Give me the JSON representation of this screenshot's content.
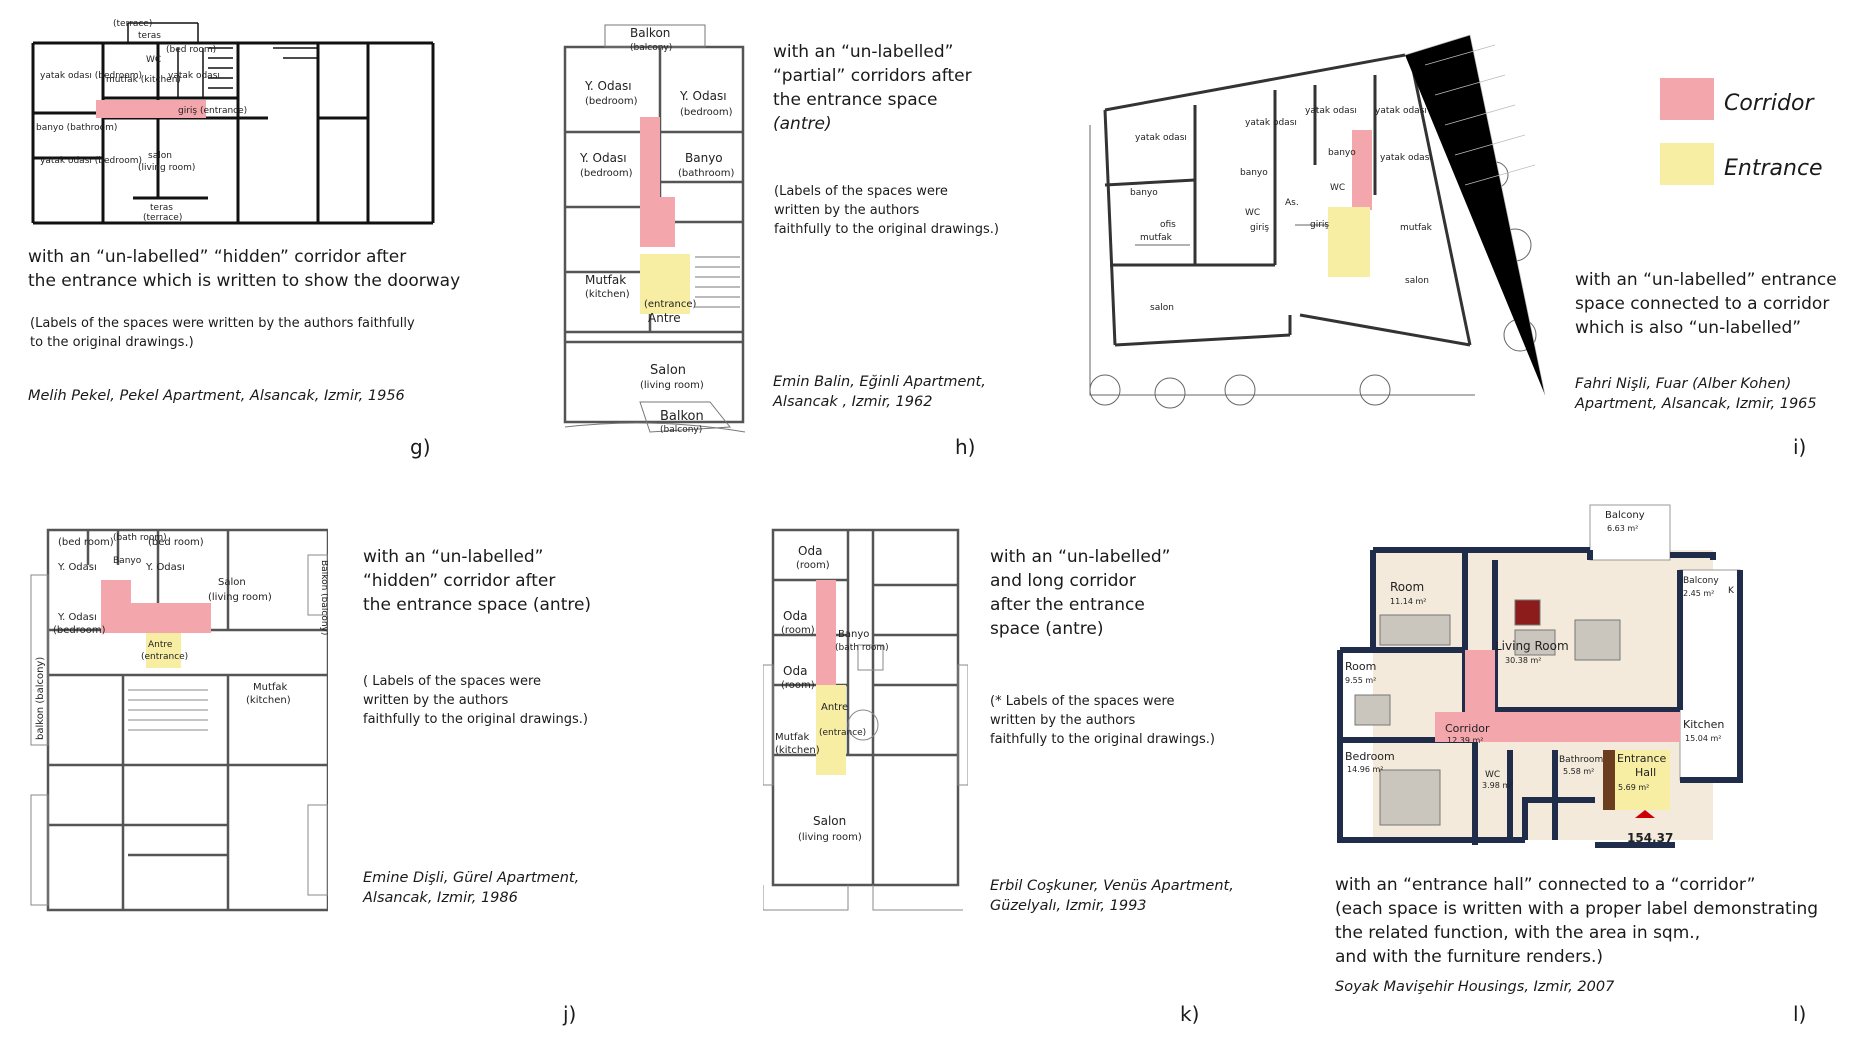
{
  "legend": {
    "corridor": {
      "label": "Corridor",
      "color": "#f4a6ad"
    },
    "entrance": {
      "label": "Entrance",
      "color": "#f7eea4"
    }
  },
  "panels": {
    "g": {
      "letter": "g)",
      "caption": [
        "with an “un-labelled” “hidden” corridor after",
        "the entrance which is written to show the doorway"
      ],
      "note": [
        "(Labels of the spaces were written by the authors faithfully",
        "to the original drawings.)"
      ],
      "citation": "Melih Pekel, Pekel Apartment, Alsancak, Izmir, 1956",
      "labels": {
        "terrace_top": "(terrace)",
        "teras_top": "teras",
        "bed_room": "(bed room)",
        "wc": "WC",
        "yatak_odasi_small": "yatak odası",
        "yatak_odasi_bedroom": "yatak odası (bedroom)",
        "mutfak_kitchen": "mutfak (kitchen)",
        "giris_entrance": "giriş (entrance)",
        "banyo_bathroom": "banyo (bathroom)",
        "yatak_odasi_bedroom2": "yatak odası (bedroom)",
        "salon": "salon",
        "living_room": "(living room)",
        "teras_bottom": "teras",
        "terrace_bottom": "(terrace)"
      }
    },
    "h": {
      "letter": "h)",
      "caption": [
        "with an “un-labelled”",
        "“partial” corridors after",
        "the entrance space",
        "(antre)"
      ],
      "note": [
        "(Labels of the spaces were",
        "written by the authors",
        "faithfully to the original drawings.)"
      ],
      "citation": [
        "Emin Balin, Eğinli Apartment,",
        "Alsancak , Izmir, 1962"
      ],
      "labels": {
        "balkon_top": "Balkon",
        "balcony_top": "(balcony)",
        "y_odasi_1": "Y. Odası",
        "bedroom_1": "(bedroom)",
        "y_odasi_2": "Y. Odası",
        "bedroom_2": "(bedroom)",
        "y_odasi_3": "Y. Odası",
        "bedroom_3": "(bedroom)",
        "banyo": "Banyo",
        "bathroom": "(bathroom)",
        "mutfak": "Mutfak",
        "kitchen": "(kitchen)",
        "entrance": "(entrance)",
        "antre": "Antre",
        "salon": "Salon",
        "living_room": "(living room)",
        "balkon_bottom": "Balkon",
        "balcony_bottom": "(balcony)"
      }
    },
    "i": {
      "letter": "i)",
      "caption": [
        "with an “un-labelled” entrance",
        "space connected  to a corridor",
        "which is also “un-labelled”"
      ],
      "citation": [
        "Fahri Nişli, Fuar (Alber Kohen)",
        "Apartment, Alsancak, Izmir, 1965"
      ],
      "labels": {
        "yatak_odasi_1": "yatak odası",
        "yatak_odasi_2": "yatak odası",
        "yatak_odasi_3": "yatak odası",
        "yatak_odasi_4": "yatak odası",
        "yatak_odasi_5": "yatak odası",
        "banyo_1": "banyo",
        "banyo_2": "banyo",
        "banyo_3": "banyo",
        "wc_1": "WC",
        "wc_2": "WC",
        "ofis": "ofis",
        "mutfak_1": "mutfak",
        "mutfak_2": "mutfak",
        "giris_1": "giriş",
        "giris_2": "giriş",
        "as": "As.",
        "salon_1": "salon",
        "salon_2": "salon"
      }
    },
    "j": {
      "letter": "j)",
      "caption": [
        "with an “un-labelled”",
        "“hidden” corridor after",
        "the entrance space (antre)"
      ],
      "note": [
        "( Labels of the spaces were",
        "written by the authors",
        "faithfully to the original drawings.)"
      ],
      "citation": [
        "Emine Dişli, Gürel Apartment,",
        "Alsancak, Izmir, 1986"
      ],
      "labels": {
        "bed_room_1": "(bed room)",
        "y_odasi_1": "Y. Odası",
        "bath_room": "(bath room)",
        "banyo": "Banyo",
        "bed_room_2": "(bed room)",
        "y_odasi_2": "Y. Odası",
        "salon": "Salon",
        "living_room": "(living room)",
        "balkon_right": "Balkon (balcony)",
        "balkon_left": "balkon (balcony)",
        "y_odasi_3": "Y. Odası",
        "bedroom_3": "(bedroom)",
        "antre": "Antre",
        "entrance": "(entrance)",
        "mutfak": "Mutfak",
        "kitchen": "(kitchen)"
      }
    },
    "k": {
      "letter": "k)",
      "caption": [
        "with an “un-labelled”",
        "and long corridor",
        "after the entrance",
        "space (antre)"
      ],
      "note": [
        "(* Labels of the spaces were",
        "written by the authors",
        "faithfully to the original drawings.)"
      ],
      "citation": [
        "Erbil Coşkuner, Venüs Apartment,",
        "Güzelyalı, Izmir, 1993"
      ],
      "labels": {
        "oda_1": "Oda",
        "room_1": "(room)",
        "oda_2": "Oda",
        "room_2": "(room)",
        "oda_3": "Oda",
        "room_3": "(room)",
        "banyo": "Banyo",
        "bath_room": "(bath room)",
        "antre": "Antre",
        "entrance": "(entrance)",
        "mutfak": "Mutfak",
        "kitchen": "(kitchen)",
        "salon": "Salon",
        "living_room": "(living room)"
      }
    },
    "l": {
      "letter": "l)",
      "caption": [
        "with an “entrance hall” connected to a “corridor”",
        "(each space is written with a proper label demonstrating",
        "the related function, with the area in sqm.,",
        "and with the furniture renders.)"
      ],
      "citation": "Soyak Mavişehir Housings, Izmir, 2007",
      "labels": {
        "balcony_1": "Balcony",
        "balcony_1_area": "6.63 m²",
        "balcony_2": "Balcony",
        "balcony_2_area": "2.45 m²",
        "room_1": "Room",
        "room_1_area": "11.14 m²",
        "living_room": "Living Room",
        "living_room_area": "30.38 m²",
        "room_2": "Room",
        "room_2_area": "9.55 m²",
        "corridor": "Corridor",
        "corridor_area": "12.39 m²",
        "kitchen": "Kitchen",
        "kitchen_area": "15.04 m²",
        "bedroom": "Bedroom",
        "bedroom_area": "14.96 m²",
        "wc": "WC",
        "wc_area": "3.98 m²",
        "bathroom": "Bathroom",
        "bathroom_area": "5.58 m²",
        "entrance_hall_1": "Entrance",
        "entrance_hall_2": "Hall",
        "entrance_hall_area": "5.69 m²",
        "total": "154.37",
        "k": "K"
      }
    }
  }
}
